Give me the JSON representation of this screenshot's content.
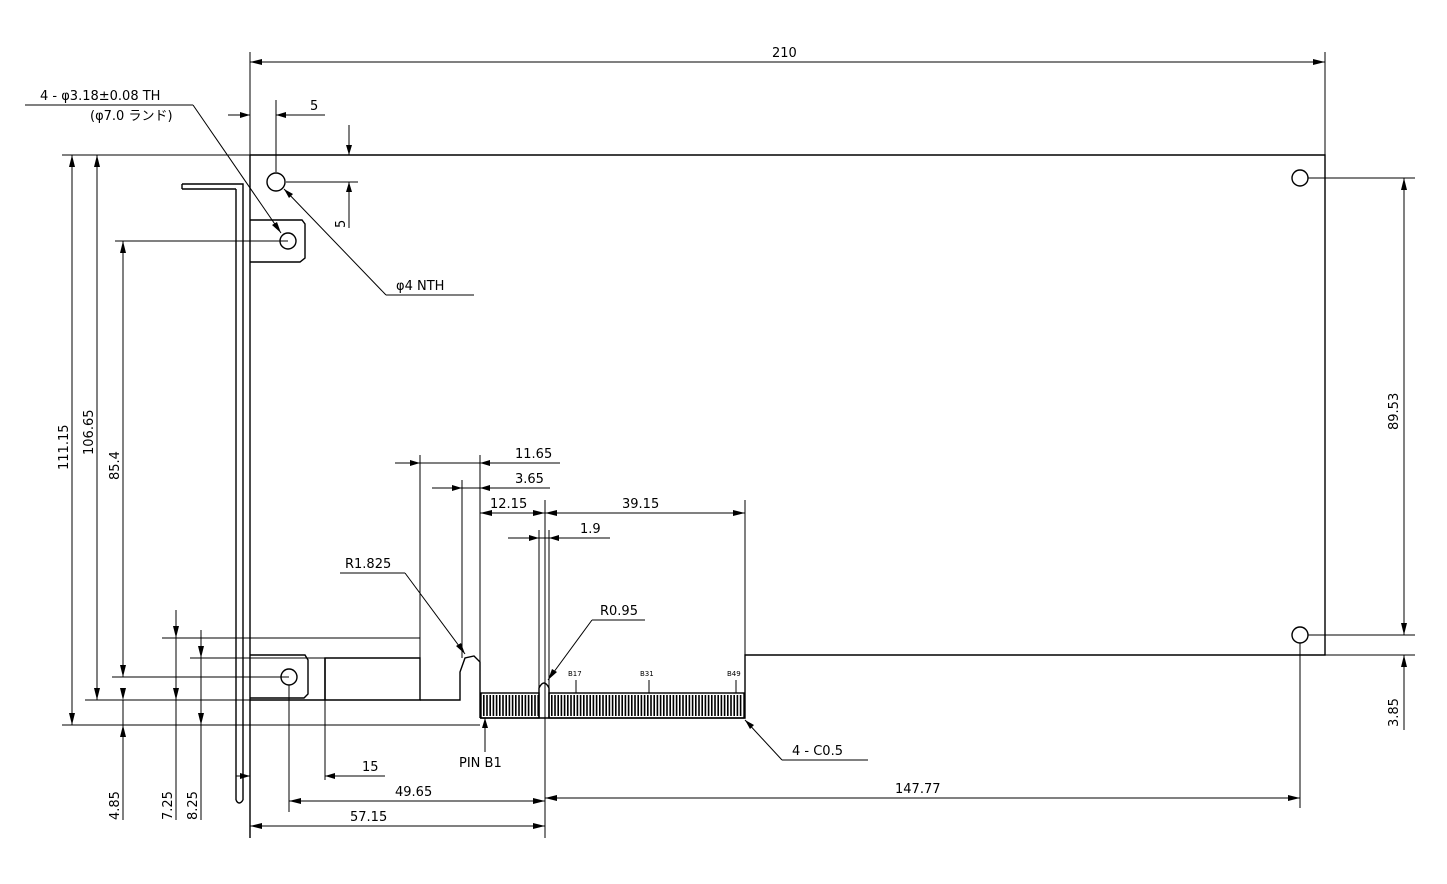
{
  "dimensions": {
    "total_width": "210",
    "top_left_hole_x": "5",
    "top_left_hole_y": "5",
    "right_hole_span": "89.53",
    "right_bottom_offset": "3.85",
    "height_111": "111.15",
    "height_106": "106.65",
    "height_85": "85.4",
    "left_485": "4.85",
    "left_725": "7.25",
    "left_825": "8.25",
    "notch_1165": "11.65",
    "notch_365": "3.65",
    "notch_1215": "12.15",
    "connector_3915": "39.15",
    "key_19": "1.9",
    "bottom_15": "15",
    "bottom_4965": "49.65",
    "bottom_5715": "57.15",
    "bottom_14777": "147.77"
  },
  "labels": {
    "th_hole": "4 - φ3.18±0.08 TH",
    "th_land": "(φ7.0 ランド)",
    "nth_hole": "φ4 NTH",
    "radius_1825": "R1.825",
    "radius_095": "R0.95",
    "chamfer": "4 - C0.5",
    "pin_b1": "PIN B1",
    "pin_b17": "B17",
    "pin_b31": "B31",
    "pin_b49": "B49"
  }
}
